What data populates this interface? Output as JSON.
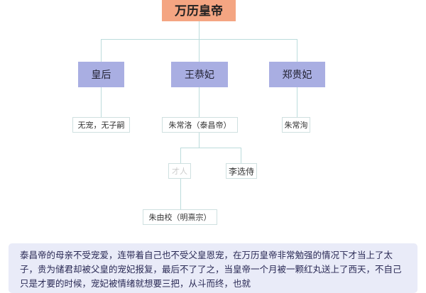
{
  "root": "万历皇帝",
  "consorts": [
    "皇后",
    "王恭妃",
    "郑贵妃"
  ],
  "children": [
    "无宠，无子嗣",
    "朱常洛（泰昌帝）",
    "朱常洵"
  ],
  "grand_consorts": [
    "才人",
    "李选侍"
  ],
  "grandchild": "朱由校（明熹宗）",
  "note": "泰昌帝的母亲不受宠爱，连带着自己也不受父皇恩宠，在万历皇帝非常勉强的情况下才当上了太子，贵为储君却被父皇的宠妃报复，最后不了了之，当皇帝一个月被一颗红丸送上了西天，不自己只是才要的时候，宠妃被情绪就想要三把，从斗而终，也就"
}
